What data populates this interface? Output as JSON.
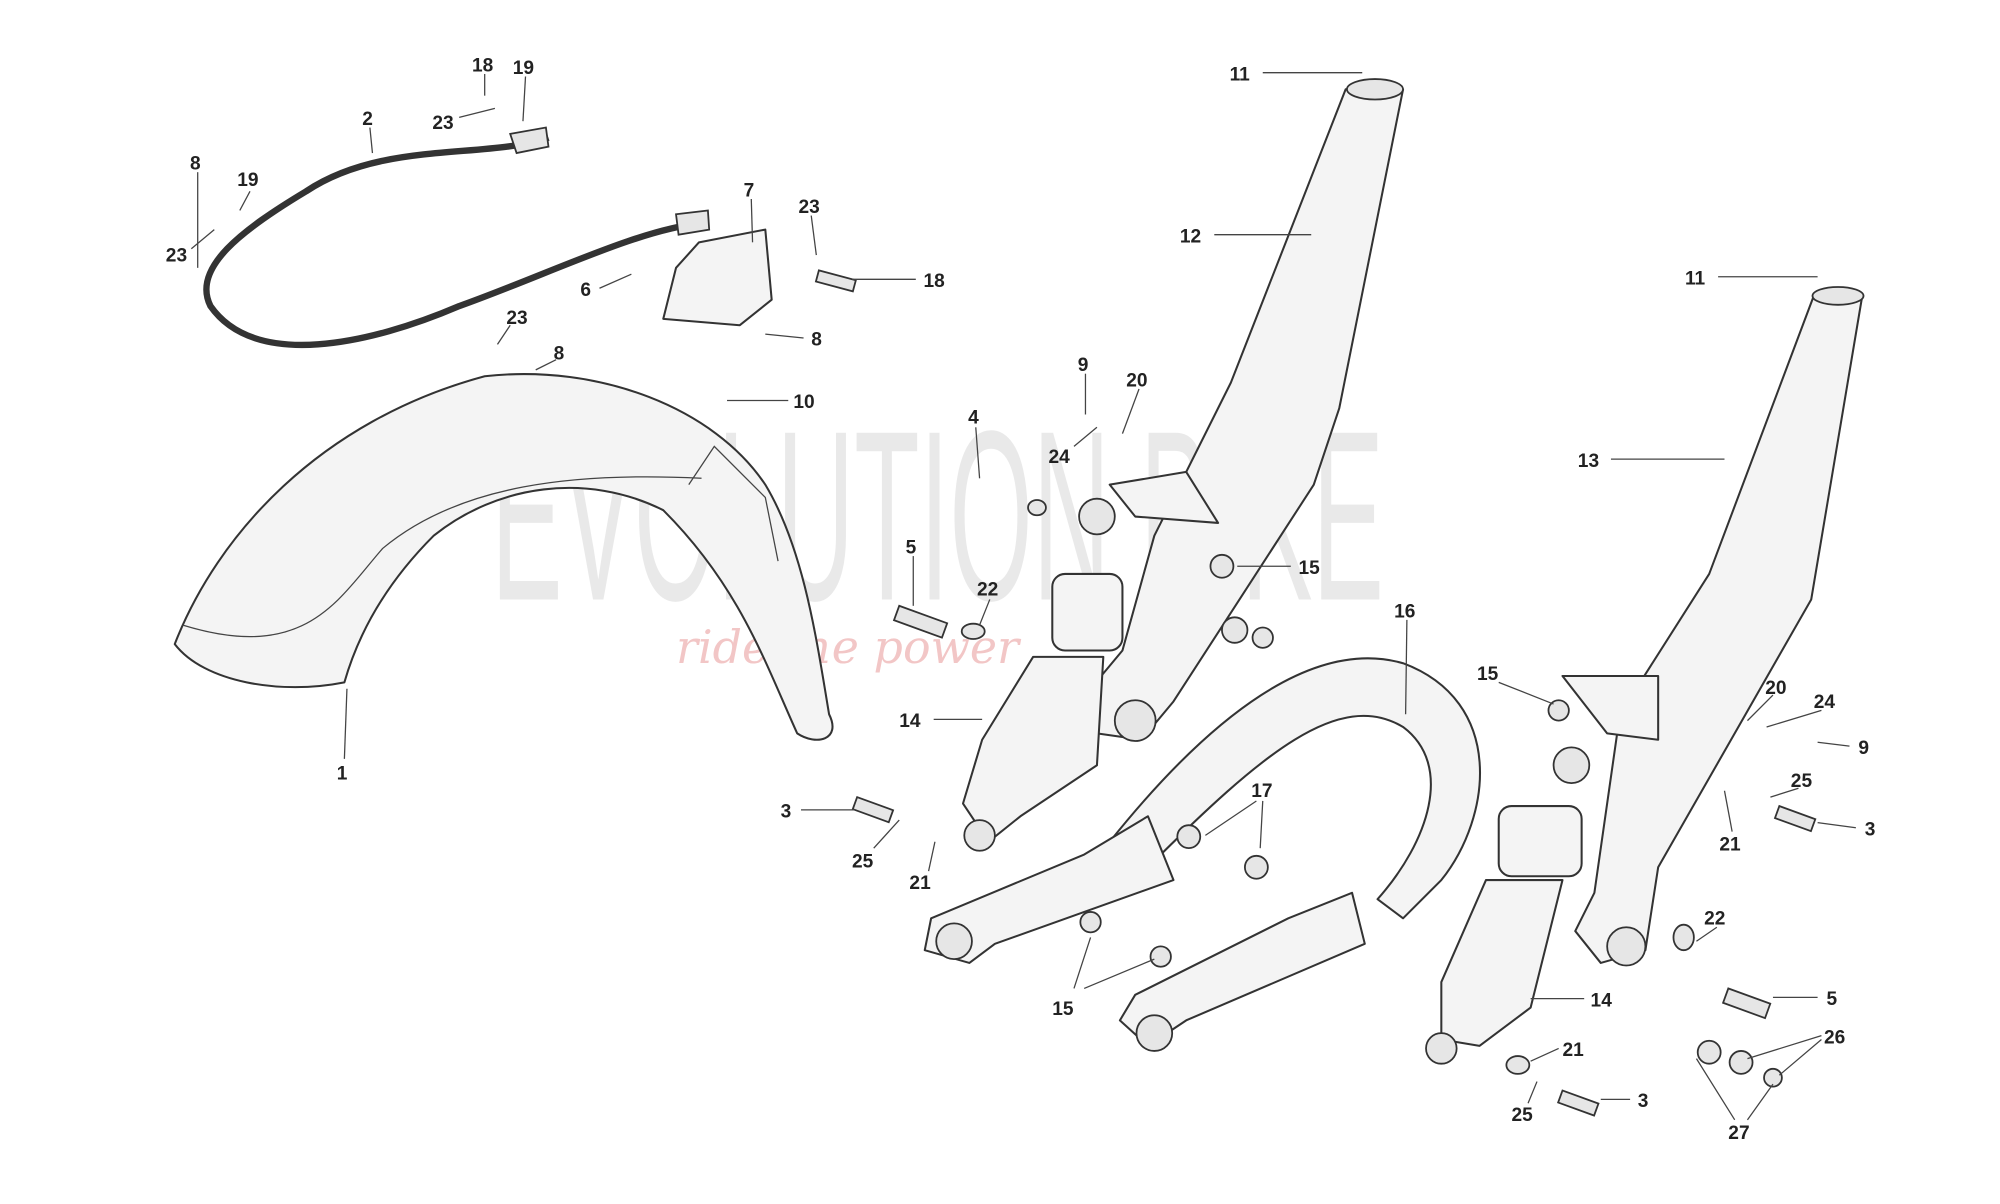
{
  "watermark": {
    "brand": "EVOLUTION BIKE",
    "tagline": "ride the power",
    "brand_color": "#d8d8d8",
    "tagline_color": "#f0b8b8"
  },
  "callouts": [
    "1",
    "2",
    "8",
    "19",
    "23",
    "18",
    "19",
    "23",
    "7",
    "23",
    "6",
    "18",
    "8",
    "23",
    "8",
    "10",
    "4",
    "5",
    "22",
    "9",
    "20",
    "24",
    "11",
    "12",
    "11",
    "13",
    "15",
    "16",
    "15",
    "14",
    "3",
    "25",
    "21",
    "17",
    "15",
    "14",
    "20",
    "24",
    "9",
    "25",
    "3",
    "21",
    "22",
    "5",
    "26",
    "21",
    "3",
    "25",
    "27"
  ]
}
